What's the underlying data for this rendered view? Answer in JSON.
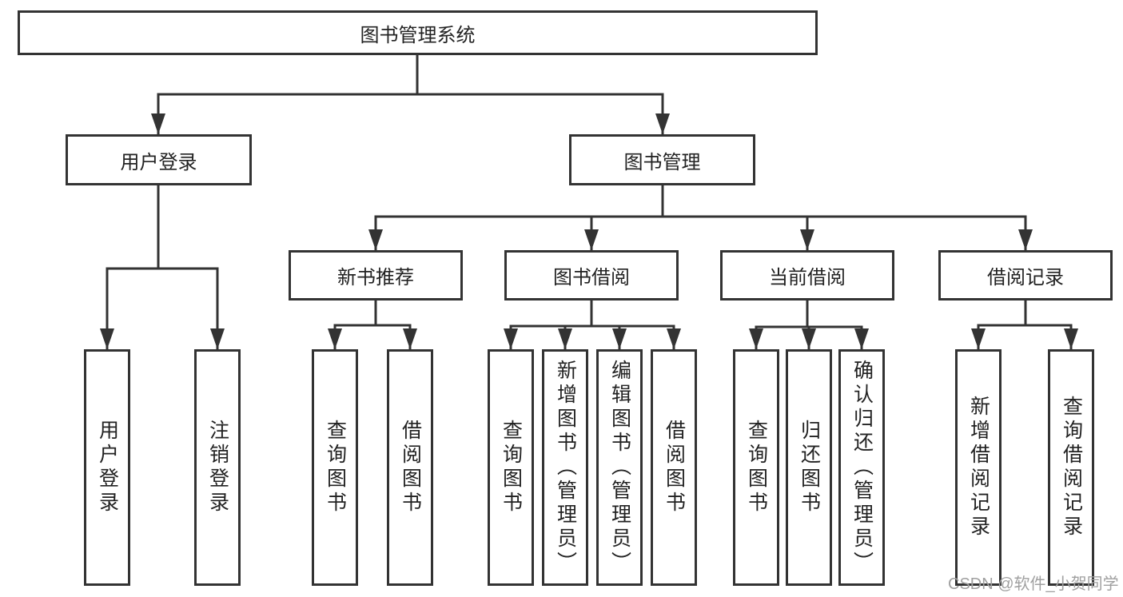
{
  "diagram": {
    "root": {
      "label": "图书管理系统"
    },
    "branches": [
      {
        "label": "用户登录",
        "children": [
          "用户登录",
          "注销登录"
        ]
      },
      {
        "label": "图书管理",
        "sections": [
          {
            "label": "新书推荐",
            "children": [
              "查询图书",
              "借阅图书"
            ]
          },
          {
            "label": "图书借阅",
            "children": [
              "查询图书",
              "新增图书（管理员）",
              "编辑图书（管理员）",
              "借阅图书"
            ]
          },
          {
            "label": "当前借阅",
            "children": [
              "查询图书",
              "归还图书",
              "确认归还（管理员）"
            ]
          },
          {
            "label": "借阅记录",
            "children": [
              "新增借阅记录",
              "查询借阅记录"
            ]
          }
        ]
      }
    ]
  },
  "watermark": {
    "text": "CSDN @软件_小贺同学"
  },
  "colors": {
    "line": "#333333",
    "text": "#222222",
    "box_background": "#ffffff",
    "watermark": "#a0a0a0"
  }
}
